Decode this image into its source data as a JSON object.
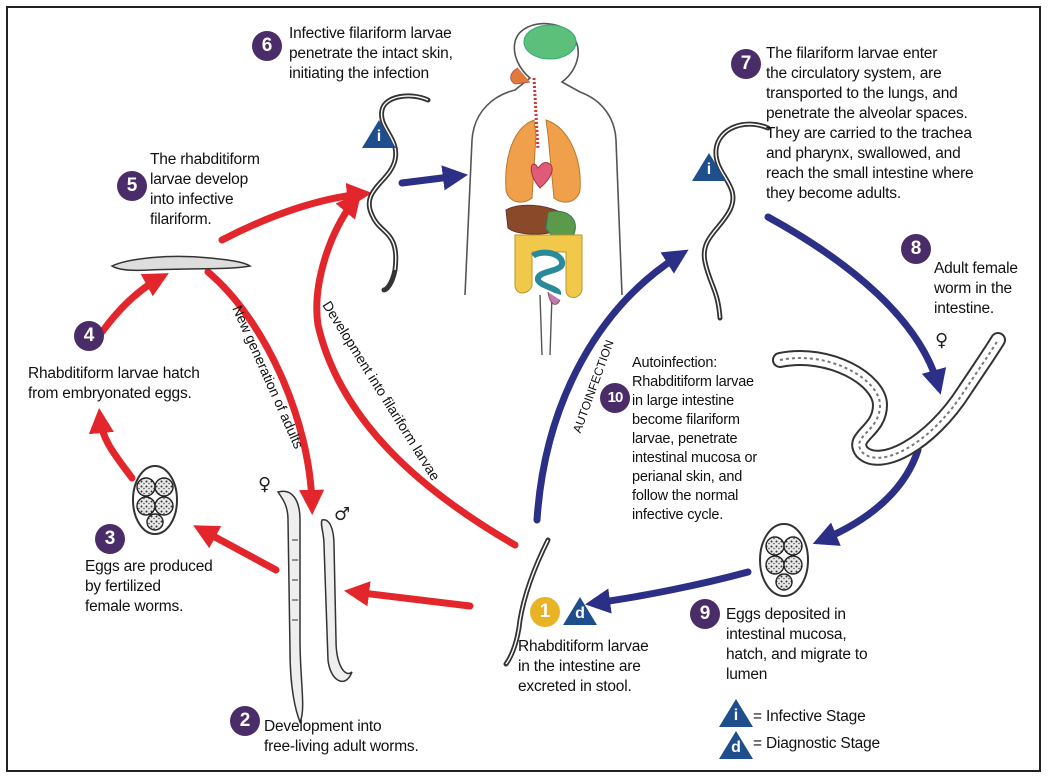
{
  "steps": {
    "s1": {
      "num": "1",
      "text": "Rhabditiform larvae\nin the intestine are\nexcreted in stool."
    },
    "s2": {
      "num": "2",
      "text": "Development into\nfree-living adult worms."
    },
    "s3": {
      "num": "3",
      "text": "Eggs are produced\nby fertilized\nfemale worms."
    },
    "s4": {
      "num": "4",
      "text": "Rhabditiform larvae hatch\nfrom embryonated eggs."
    },
    "s5": {
      "num": "5",
      "text": "The rhabditiform\nlarvae develop\ninto infective\nfilariform."
    },
    "s6": {
      "num": "6",
      "text": "Infective filariform larvae\npenetrate the intact skin,\ninitiating the infection"
    },
    "s7": {
      "num": "7",
      "text": "The filariform larvae enter\nthe circulatory system, are\ntransported to the lungs, and\npenetrate the alveolar spaces.\nThey are carried to the trachea\nand pharynx, swallowed, and\nreach the small intestine where\nthey become adults."
    },
    "s8": {
      "num": "8",
      "text": "Adult female\nworm in the\nintestine."
    },
    "s9": {
      "num": "9",
      "text": "Eggs deposited in\nintestinal mucosa,\nhatch, and migrate to\nlumen"
    },
    "s10": {
      "num": "10",
      "text": "Autoinfection:\nRhabditiform larvae\nin large intestine\nbecome filariform\nlarvae, penetrate\nintestinal mucosa or\nperianal skin, and\nfollow the normal\ninfective cycle."
    }
  },
  "arrow_labels": {
    "new_generation": "New generation of adults",
    "development": "Development into filariform larvae",
    "autoinfection": "AUTOINFECTION"
  },
  "legend": {
    "infective": {
      "symbol": "i",
      "text": "= Infective Stage"
    },
    "diagnostic": {
      "symbol": "d",
      "text": "= Diagnostic Stage"
    }
  },
  "markers": {
    "stage_i": "i",
    "stage_d": "d",
    "female": "♀",
    "male": "♂"
  },
  "colors": {
    "free_living_arrows": "#e3262b",
    "parasitic_arrows": "#2b2f86",
    "step_badge": "#4a2d68",
    "step1_badge": "#e8b325",
    "stage_triangle": "#1f4e8c"
  }
}
